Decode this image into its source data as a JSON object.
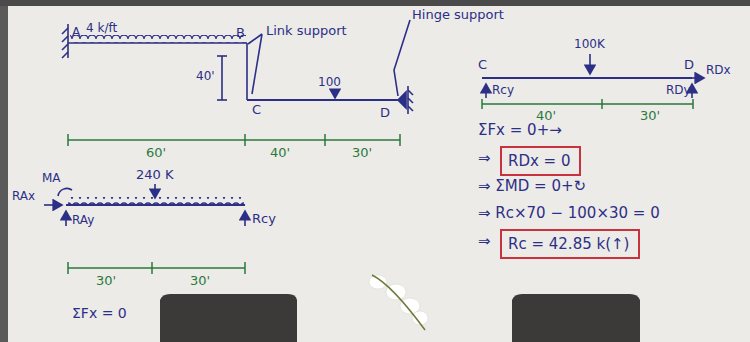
{
  "diagram": {
    "nodes": [
      {
        "text": [
          "RDx = 0"
        ]
      },
      {
        "text": [
          "Rc = 42.85 k(↑)"
        ]
      }
    ],
    "labels": [
      "A",
      "4 k/ft",
      "B",
      "Link support",
      "Hinge support",
      "40'",
      "C",
      "100",
      "D",
      "60'",
      "40'",
      "30'",
      "100K",
      "C",
      "D",
      "RDx",
      "Rcy",
      "RDy",
      "40'",
      "30'",
      "ΣFx = 0+→",
      "⇒",
      "⇒ ΣMD = 0+↻",
      "⇒ Rc×70 − 100×30 = 0",
      "⇒",
      "MA",
      "RAx",
      "RAy",
      "240 K",
      "Rcy",
      "30'",
      "30'",
      "ΣFx = 0"
    ]
  }
}
